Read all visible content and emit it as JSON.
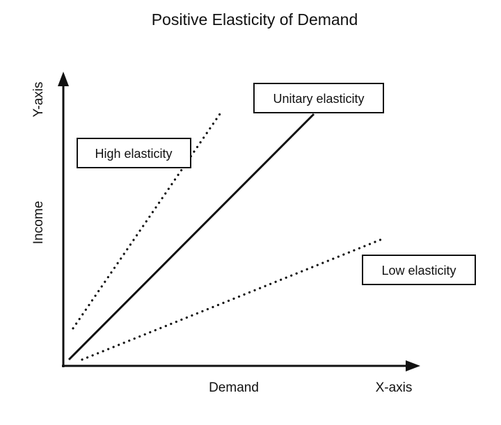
{
  "title": "Positive Elasticity of Demand",
  "axes": {
    "y_axis_label": "Y-axis",
    "y_variable": "Income",
    "x_variable": "Demand",
    "x_axis_label": "X-axis"
  },
  "lines": [
    {
      "id": "high",
      "label": "High elasticity",
      "style": "dotted"
    },
    {
      "id": "unitary",
      "label": "Unitary elasticity",
      "style": "solid"
    },
    {
      "id": "low",
      "label": "Low elasticity",
      "style": "dotted"
    }
  ],
  "colors": {
    "ink": "#111111",
    "background": "#ffffff"
  }
}
